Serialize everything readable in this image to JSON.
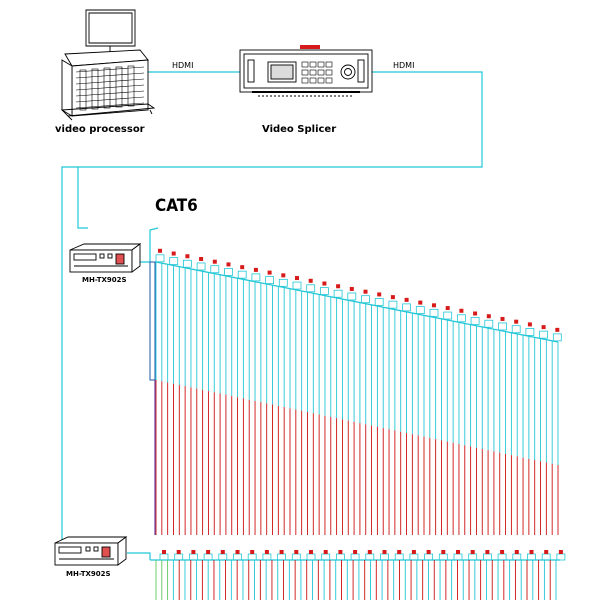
{
  "labels": {
    "processor": "video processor",
    "splicer": "Video Splicer",
    "hdmi_1": "HDMI",
    "hdmi_2": "HDMI",
    "cable": "CAT6",
    "transmitter_1": "MH-TX902S",
    "transmitter_2": "MH-TX902S"
  },
  "colors": {
    "cable": "#22c7d6",
    "drop": "#cc1111",
    "drop_cap": "#d71a1a",
    "device_stroke": "#000000",
    "lead_purple": "#6a3fa0",
    "lead_green": "#5cc85c"
  }
}
